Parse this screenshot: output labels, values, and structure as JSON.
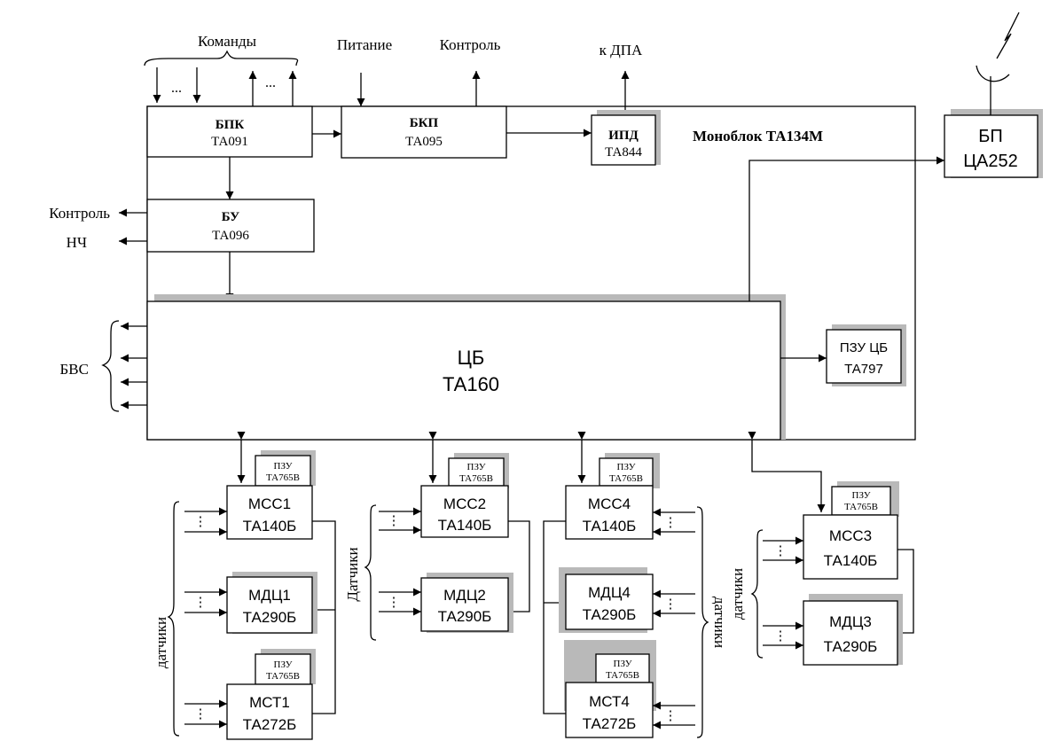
{
  "diagram": {
    "monoblock_title": "Моноблок ТА134М",
    "top_labels": {
      "commands": "Команды",
      "power": "Питание",
      "control": "Контроль",
      "to_dpa": "к ДПА"
    },
    "left_labels": {
      "control": "Контроль",
      "lf": "НЧ",
      "bvs": "БВС"
    },
    "ellipsis": "...",
    "v_ellipsis": "⋮",
    "blocks": {
      "bpk": {
        "name": "БПК",
        "code": "ТА091"
      },
      "bkp": {
        "name": "БКП",
        "code": "ТА095"
      },
      "ipd": {
        "name": "ИПД",
        "code": "ТА844"
      },
      "bu": {
        "name": "БУ",
        "code": "ТА096"
      },
      "bp": {
        "name": "БП",
        "code": "ЦА252"
      },
      "cb": {
        "name": "ЦБ",
        "code": "ТА160"
      },
      "pzu_cb": {
        "name": "ПЗУ ЦБ",
        "code": "ТА797"
      }
    },
    "rom_label": "ПЗУ",
    "rom_code": "ТА765В",
    "modules": {
      "mss1": {
        "name": "МСС1",
        "code": "ТА140Б"
      },
      "mdc1": {
        "name": "МДЦ1",
        "code": "ТА290Б"
      },
      "mst1": {
        "name": "МСТ1",
        "code": "ТА272Б"
      },
      "mss2": {
        "name": "МСС2",
        "code": "ТА140Б"
      },
      "mdc2": {
        "name": "МДЦ2",
        "code": "ТА290Б"
      },
      "mss4": {
        "name": "МСС4",
        "code": "ТА140Б"
      },
      "mdc4": {
        "name": "МДЦ4",
        "code": "ТА290Б"
      },
      "mst4": {
        "name": "МСТ4",
        "code": "ТА272Б"
      },
      "mss3": {
        "name": "МСС3",
        "code": "ТА140Б"
      },
      "mdc3": {
        "name": "МДЦ3",
        "code": "ТА290Б"
      }
    },
    "sensors_lower": "датчики",
    "sensors_cap": "Датчики"
  }
}
